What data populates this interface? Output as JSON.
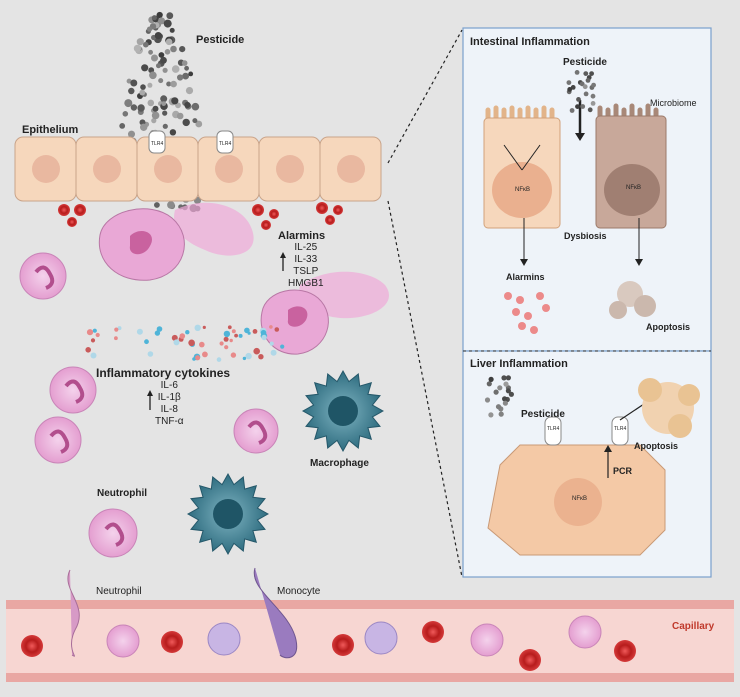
{
  "main": {
    "pesticide": "Pesticide",
    "epithelium": "Epithelium",
    "tlr4": "TLR4",
    "alarmins": {
      "title": "Alarmins",
      "items": [
        "IL-25",
        "IL-33",
        "TSLP",
        "HMGB1"
      ]
    },
    "cytokines": {
      "title": "Inflammatory cytokines",
      "items": [
        "IL-6",
        "IL-1β",
        "IL-8",
        "TNF-α"
      ]
    },
    "macrophage": "Macrophage",
    "neutrophil": "Neutrophil"
  },
  "capillary": {
    "label": "Capillary",
    "neutrophil": "Neutrophil",
    "monocyte": "Monocyte"
  },
  "intestinal_panel": {
    "title": "Intestinal Inflammation",
    "pesticide": "Pesticide",
    "microbiome": "Microbiome",
    "nfkb": "NFκB",
    "dysbiosis": "Dysbiosis",
    "alarmins": "Alarmins",
    "apoptosis": "Apoptosis"
  },
  "liver_panel": {
    "title": "Liver Inflammation",
    "pesticide": "Pesticide",
    "tlr4": "TLR4",
    "nfkb": "NFκB",
    "pcr": "PCR",
    "apoptosis": "Apoptosis"
  },
  "colors": {
    "background": "#e4e4e4",
    "panel_bg": "#eef3f9",
    "panel_border": "#7aa0cc",
    "epithelial_cell": "#f6d7bc",
    "neutrophil": "#e9a8d6",
    "macrophage": "#3e7e90",
    "red_blood_cell": "#c62828",
    "capillary": "#f7d6d2",
    "capillary_label": "#c0392b"
  }
}
